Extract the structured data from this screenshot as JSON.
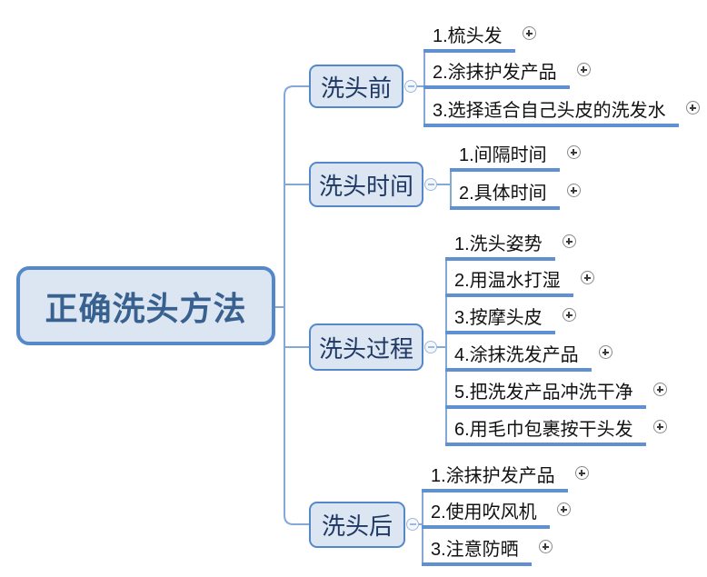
{
  "diagram": {
    "type": "mindmap",
    "background": "#ffffff"
  },
  "root": {
    "label": "正确洗头方法"
  },
  "branches": [
    {
      "label": "洗头前",
      "toggle_icon": "minus-icon",
      "children": [
        "1.梳头发",
        "2.涂抹护发产品",
        "3.选择适合自己头皮的洗发水"
      ]
    },
    {
      "label": "洗头时间",
      "toggle_icon": "minus-icon",
      "children": [
        "1.间隔时间",
        "2.具体时间"
      ]
    },
    {
      "label": "洗头过程",
      "toggle_icon": "minus-icon",
      "children": [
        "1.洗头姿势",
        "2.用温水打湿",
        "3.按摩头皮",
        "4.涂抹洗发产品",
        "5.把洗发产品冲洗干净",
        "6.用毛巾包裹按干头发"
      ]
    },
    {
      "label": "洗头后",
      "toggle_icon": "minus-icon",
      "children": [
        "1.涂抹护发产品",
        "2.使用吹风机",
        "3.注意防晒"
      ]
    }
  ],
  "leaf_expand_icon": "plus-icon",
  "colors": {
    "node_border": "#5488c8",
    "node_fill": "#dce6f2",
    "root_text": "#38618f",
    "branch_text": "#1f3864",
    "leaf_underline": "#5e90d2",
    "leaf_text": "#111111",
    "connector": "#85a8d6",
    "plus_icon_ring": "#8a8a8a",
    "minus_icon_ring": "#9db9dd"
  }
}
